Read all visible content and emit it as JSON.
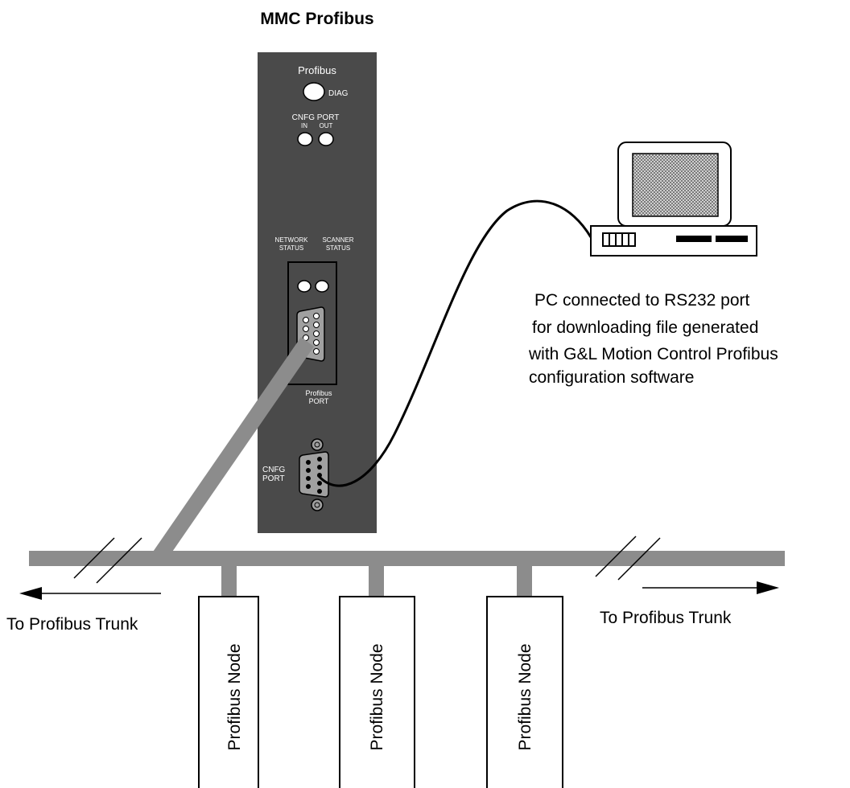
{
  "title": "MMC Profibus",
  "module": {
    "name": "Profibus",
    "diag_label": "DIAG",
    "cnfg_port_top": {
      "label": "CNFG PORT",
      "in_label": "IN",
      "out_label": "OUT"
    },
    "network_status": [
      "NETWORK",
      "STATUS"
    ],
    "scanner_status": [
      "SCANNER",
      "STATUS"
    ],
    "profibus_port": [
      "Profibus",
      "PORT"
    ],
    "cnfg_port_bottom": [
      "CNFG",
      "PORT"
    ]
  },
  "pc_caption": [
    "PC connected to RS232 port",
    "for downloading file generated",
    "with G&L Motion Control Profibus",
    "configuration software"
  ],
  "trunk_left_label": "To Profibus Trunk",
  "trunk_right_label": "To Profibus Trunk",
  "nodes": [
    {
      "label": "Profibus Node"
    },
    {
      "label": "Profibus Node"
    },
    {
      "label": "Profibus Node"
    }
  ],
  "colors": {
    "module_panel": "#4a4a4a",
    "bus": "#8c8c8c",
    "outline": "#000000",
    "text_on_panel": "#ffffff"
  }
}
